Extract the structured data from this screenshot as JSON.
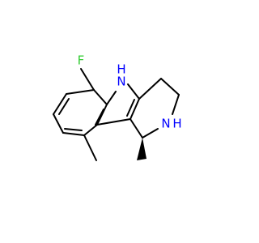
{
  "molecule": {
    "atoms": {
      "fluorine": {
        "label": "F",
        "color": "#33cc33"
      },
      "indole_nh": {
        "label": "H",
        "sub": "N",
        "color": "#0000ff"
      },
      "amine_nh": {
        "label": "N",
        "h": "H",
        "color": "#0000ff"
      }
    },
    "bond_color": "#000000"
  }
}
